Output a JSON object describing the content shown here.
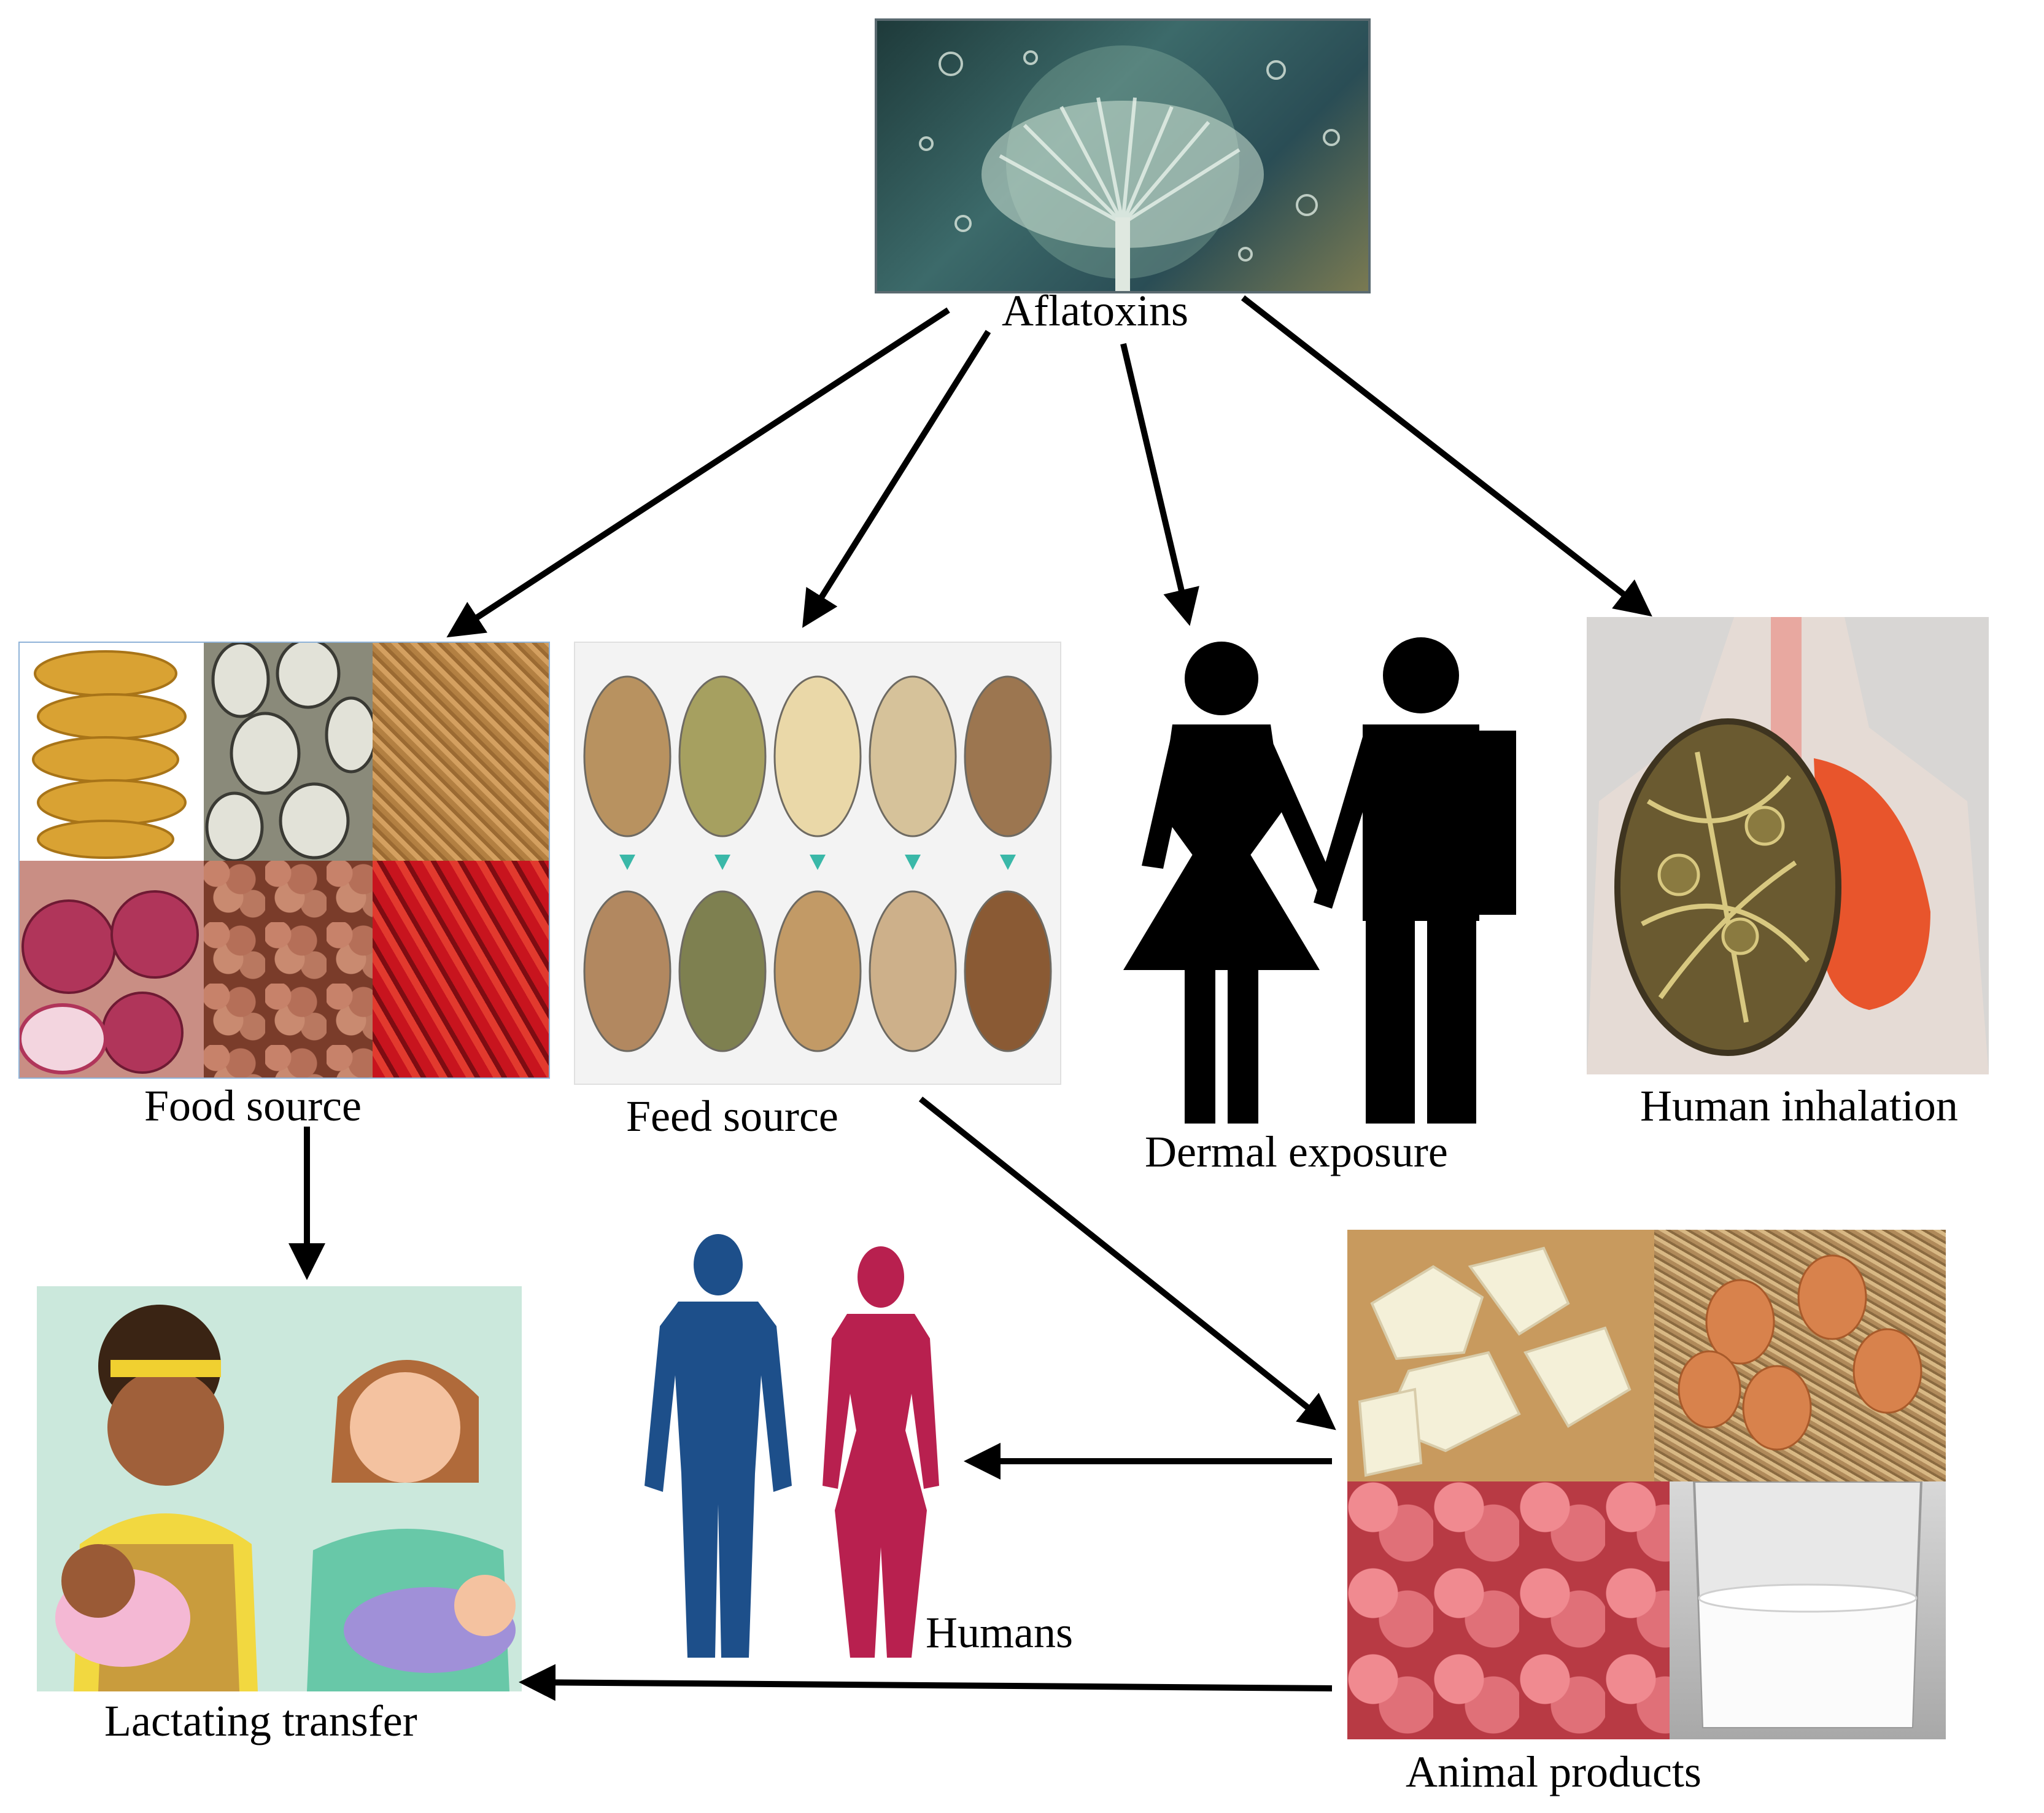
{
  "nodes": {
    "aflatoxins": {
      "label": "Aflatoxins",
      "image": "aspergillus-mold-image"
    },
    "food_source": {
      "label": "Food source",
      "image": "food-collage-image",
      "items": [
        "corn",
        "seeds",
        "grains",
        "onions",
        "peanuts",
        "red-chili"
      ]
    },
    "feed_source": {
      "label": "Feed source",
      "image": "animal-feed-bowls-image"
    },
    "dermal_exposure": {
      "label": "Dermal exposure",
      "image": "man-woman-silhouette-icon"
    },
    "human_inhalation": {
      "label": "Human inhalation",
      "image": "lungs-fungus-image"
    },
    "lactating_transfer": {
      "label": "Lactating transfer",
      "image": "breastfeeding-mothers-image"
    },
    "humans": {
      "label": "Humans",
      "image": "human-body-silhouettes-image"
    },
    "animal_products": {
      "label": "Animal products",
      "image": "animal-products-collage-image",
      "items": [
        "cheese",
        "eggs",
        "meat",
        "milk"
      ]
    }
  },
  "edges": [
    {
      "from": "Aflatoxins",
      "to": "Food source"
    },
    {
      "from": "Aflatoxins",
      "to": "Feed source"
    },
    {
      "from": "Aflatoxins",
      "to": "Dermal exposure"
    },
    {
      "from": "Aflatoxins",
      "to": "Human inhalation"
    },
    {
      "from": "Food source",
      "to": "Lactating transfer"
    },
    {
      "from": "Feed source",
      "to": "Animal products"
    },
    {
      "from": "Animal products",
      "to": "Humans"
    },
    {
      "from": "Animal products",
      "to": "Lactating transfer"
    }
  ],
  "colors": {
    "arrow": "#000000",
    "male_figure": "#1d4f8a",
    "female_figure": "#b8204f"
  }
}
